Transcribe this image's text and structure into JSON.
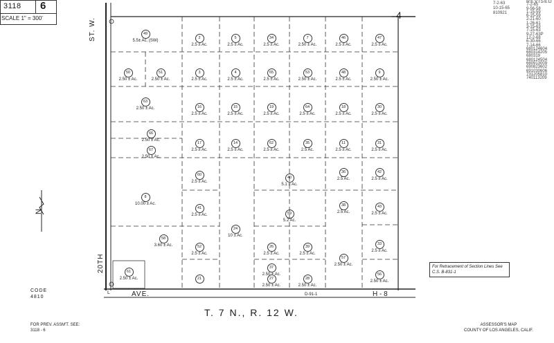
{
  "header": {
    "book": "3118",
    "page": "6",
    "scale": "SCALE 1\" = 300'"
  },
  "revised": {
    "title": "REVISED",
    "dates": [
      "7-2-65",
      "9-56-58",
      "1-15-59",
      "6-15-59",
      "2-21-60",
      "1-26-61",
      "3-15-63",
      "7-15-63",
      "9-27-63P",
      "12-2-68",
      "6-30-66",
      "7-14-66",
      "680124604",
      "680314205",
      "680319",
      "680124504",
      "680913009",
      "690823602",
      "691030606",
      "731205810",
      "740113209"
    ],
    "side_dates": [
      "7-2-63",
      "10-15-65",
      "810921"
    ]
  },
  "streets": {
    "street_west_top": "ST. W.",
    "street_west_bottom": "20TH",
    "avenue_prefix": "L",
    "avenue": "AVE.",
    "avenue_letter": "H",
    "avenue_suffix": "- 8",
    "avenue_ref": "D-91-1",
    "corner_number": "4"
  },
  "parcels": [
    {
      "num": "49",
      "acre": "5.5± Ac. (SW)"
    },
    {
      "num": "2",
      "acre": "2.5 ± Ac."
    },
    {
      "num": "5",
      "acre": "2.5 ± Ac."
    },
    {
      "num": "34",
      "acre": "2.5 ± Ac."
    },
    {
      "num": "7",
      "acre": "2.50 ± Ac."
    },
    {
      "num": "46",
      "acre": "2.5 ± Ac."
    },
    {
      "num": "47",
      "acre": "2.5 ± Ac."
    },
    {
      "num": "50",
      "acre": "2.50 ± Ac."
    },
    {
      "num": "51",
      "acre": "2.50 ± Ac."
    },
    {
      "num": "3",
      "acre": "2.5 ± Ac."
    },
    {
      "num": "4",
      "acre": "2.5 ± Ac."
    },
    {
      "num": "65",
      "acre": "2.5 ± Ac."
    },
    {
      "num": "53",
      "acre": "2.50 ± Ac."
    },
    {
      "num": "48",
      "acre": "2.5 ± Ac."
    },
    {
      "num": "9",
      "acre": "2.50 ± Ac."
    },
    {
      "num": "63",
      "acre": "2.50 ± Ac."
    },
    {
      "num": "16",
      "acre": "2.5 ± Ac."
    },
    {
      "num": "15",
      "acre": "2.5 ± Ac."
    },
    {
      "num": "19",
      "acre": "2.5 ± Ac."
    },
    {
      "num": "64",
      "acre": "2.5 ± Ac."
    },
    {
      "num": "18",
      "acre": "2.5 ± Ac."
    },
    {
      "num": "30",
      "acre": "2.5 ± Ac."
    },
    {
      "num": "66",
      "acre": "2.50 ± Ac."
    },
    {
      "num": "67",
      "acre": "2.50 ± Ac."
    },
    {
      "num": "17",
      "acre": "2.5 ± Ac."
    },
    {
      "num": "14",
      "acre": "2.5 ± Ac."
    },
    {
      "num": "62",
      "acre": "2.5 ± Ac."
    },
    {
      "num": "35",
      "acre": "2.5 Ac."
    },
    {
      "num": "11",
      "acre": "2.5 ± Ac."
    },
    {
      "num": "31",
      "acre": "2.5 ± Ac."
    },
    {
      "num": "60",
      "acre": "2.5 ± Ac."
    },
    {
      "num": "40",
      "acre": "5.1 ± Ac."
    },
    {
      "num": "36",
      "acre": "2.5 Ac."
    },
    {
      "num": "42",
      "acre": "2.5 ± Ac."
    },
    {
      "num": "8",
      "acre": "10.00 ± Ac."
    },
    {
      "num": "41",
      "acre": "2.5 ± Ac."
    },
    {
      "num": "59",
      "acre": "5.2 Ac."
    },
    {
      "num": "38",
      "acre": "2.5 Ac."
    },
    {
      "num": "43",
      "acre": "2.5 ± Ac."
    },
    {
      "num": "24",
      "acre": "10 ± Ac."
    },
    {
      "num": "58",
      "acre": "3.60 ± Ac."
    },
    {
      "num": "52",
      "acre": "2.5 ± Ac."
    },
    {
      "num": "26",
      "acre": "2.5 ± Ac."
    },
    {
      "num": "39",
      "acre": "2.5 ± Ac."
    },
    {
      "num": "33",
      "acre": "2.5 ± Ac."
    },
    {
      "num": "61",
      "acre": "2.50 ± Ac."
    },
    {
      "num": "21",
      "acre": ""
    },
    {
      "num": "37",
      "acre": "2.50 ± Ac."
    },
    {
      "num": "27",
      "acre": "2.50 ± Ac."
    },
    {
      "num": "28",
      "acre": "2.50 ± Ac."
    },
    {
      "num": "57",
      "acre": "2.50 ± Ac."
    },
    {
      "num": "56",
      "acre": "2.50 ± Ac."
    }
  ],
  "retracement_note": "For Retracement of Section Lines See C.S. B-831-1",
  "code": {
    "label": "CODE",
    "value": "4810"
  },
  "prev_assmt": {
    "label": "FOR PREV. ASSM'T. SEE:",
    "value": "3118 - 6"
  },
  "township": "T. 7 N., R. 12 W.",
  "assessor": {
    "line1": "ASSESSOR'S MAP",
    "line2": "COUNTY OF LOS ANGELES, CALIF."
  },
  "north_label": "N"
}
